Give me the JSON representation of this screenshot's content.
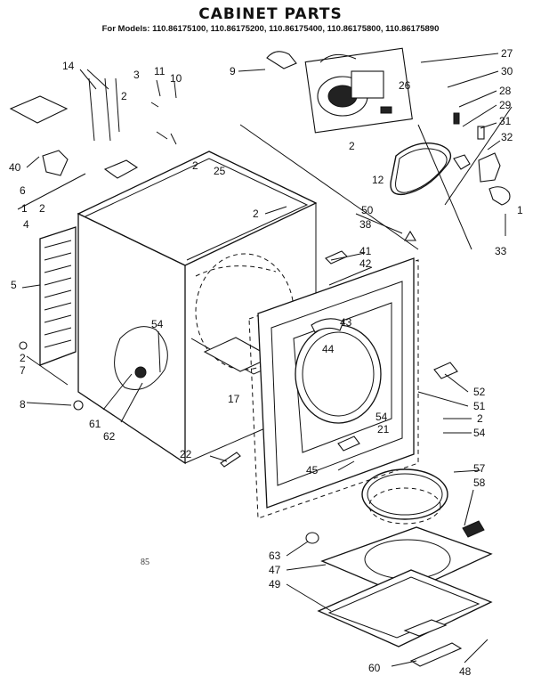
{
  "title": "CABINET PARTS",
  "models": "For Models: 110.86175100, 110.86175200, 110.86175400, 110.86175800, 110.86175890",
  "page_mark": "85",
  "labels": [
    {
      "id": "l14",
      "text": "14"
    },
    {
      "id": "l3",
      "text": "3"
    },
    {
      "id": "l11",
      "text": "11"
    },
    {
      "id": "l10",
      "text": "10"
    },
    {
      "id": "l9",
      "text": "9"
    },
    {
      "id": "l27",
      "text": "27"
    },
    {
      "id": "l30",
      "text": "30"
    },
    {
      "id": "l26",
      "text": "26"
    },
    {
      "id": "l28",
      "text": "28"
    },
    {
      "id": "l29",
      "text": "29"
    },
    {
      "id": "l31",
      "text": "31"
    },
    {
      "id": "l32",
      "text": "32"
    },
    {
      "id": "l2a",
      "text": "2"
    },
    {
      "id": "l40",
      "text": "40"
    },
    {
      "id": "l6",
      "text": "6"
    },
    {
      "id": "l1",
      "text": "1"
    },
    {
      "id": "l2b",
      "text": "2"
    },
    {
      "id": "l4",
      "text": "4"
    },
    {
      "id": "l2c",
      "text": "2"
    },
    {
      "id": "l25",
      "text": "25"
    },
    {
      "id": "l2d",
      "text": "2"
    },
    {
      "id": "l12",
      "text": "12"
    },
    {
      "id": "l2e",
      "text": "2"
    },
    {
      "id": "l50",
      "text": "50"
    },
    {
      "id": "l38",
      "text": "38"
    },
    {
      "id": "l1b",
      "text": "1"
    },
    {
      "id": "l33",
      "text": "33"
    },
    {
      "id": "l41",
      "text": "41"
    },
    {
      "id": "l42",
      "text": "42"
    },
    {
      "id": "l5",
      "text": "5"
    },
    {
      "id": "l54a",
      "text": "54"
    },
    {
      "id": "l43",
      "text": "43"
    },
    {
      "id": "l44",
      "text": "44"
    },
    {
      "id": "l2f",
      "text": "2"
    },
    {
      "id": "l7",
      "text": "7"
    },
    {
      "id": "l8",
      "text": "8"
    },
    {
      "id": "l52",
      "text": "52"
    },
    {
      "id": "l51",
      "text": "51"
    },
    {
      "id": "l17",
      "text": "17"
    },
    {
      "id": "l2g",
      "text": "2"
    },
    {
      "id": "l61",
      "text": "61"
    },
    {
      "id": "l62",
      "text": "62"
    },
    {
      "id": "l54b",
      "text": "54"
    },
    {
      "id": "l21",
      "text": "21"
    },
    {
      "id": "l54c",
      "text": "54"
    },
    {
      "id": "l22",
      "text": "22"
    },
    {
      "id": "l45",
      "text": "45"
    },
    {
      "id": "l57",
      "text": "57"
    },
    {
      "id": "l58",
      "text": "58"
    },
    {
      "id": "l63",
      "text": "63"
    },
    {
      "id": "l47",
      "text": "47"
    },
    {
      "id": "l49",
      "text": "49"
    },
    {
      "id": "l48",
      "text": "48"
    },
    {
      "id": "l60",
      "text": "60"
    }
  ]
}
